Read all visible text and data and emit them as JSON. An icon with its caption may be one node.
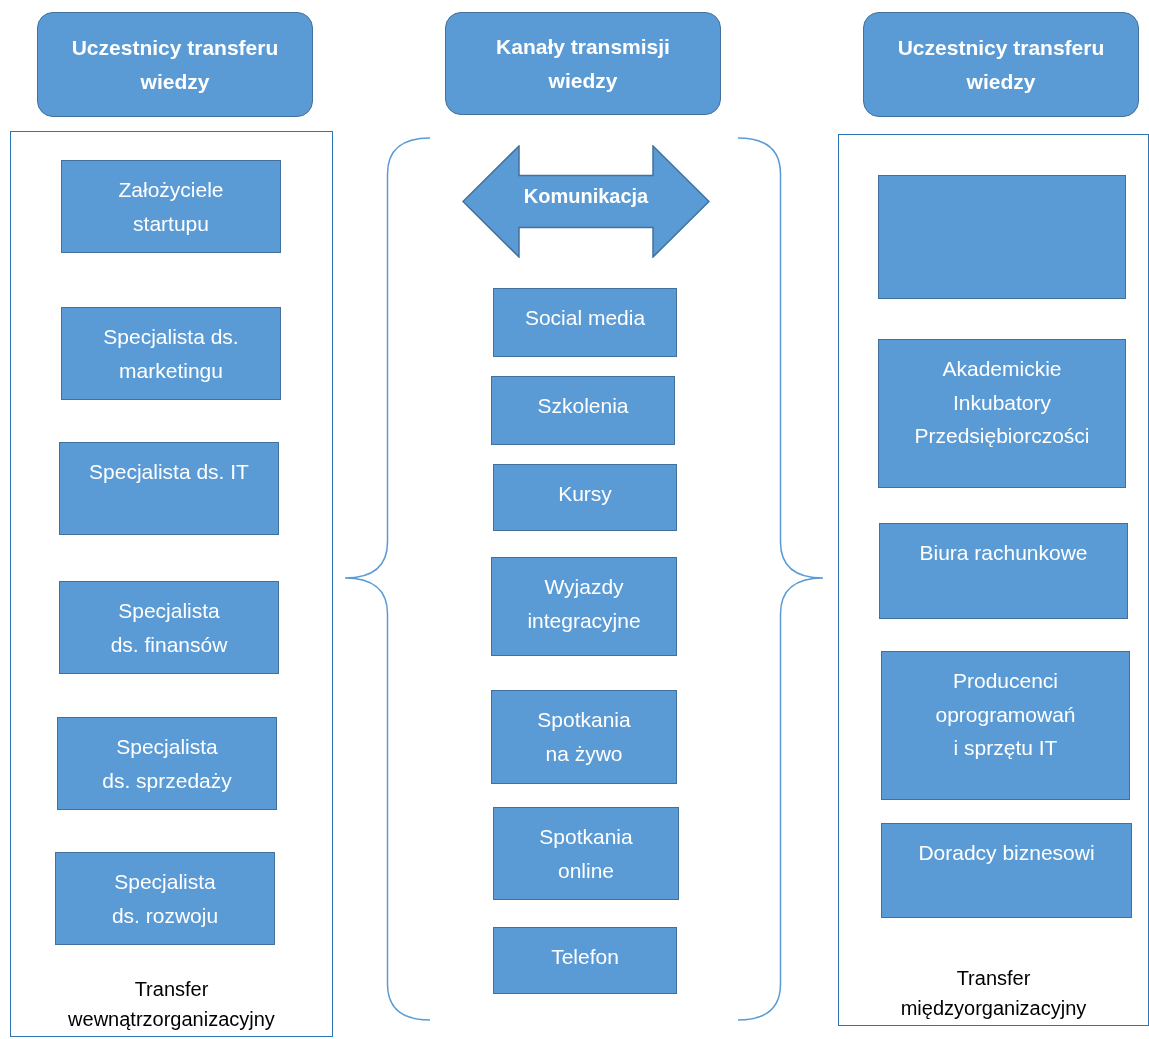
{
  "diagram": {
    "nodes": [
      {
        "text": [
          "Uczestnicy transferu wiedzy"
        ]
      },
      {
        "text": [
          "Kanały transmisji wiedzy"
        ]
      },
      {
        "text": [
          "Uczestnicy transferu wiedzy"
        ]
      },
      {
        "text": [
          "Transfer wewnątrzorganizacyjny"
        ]
      },
      {
        "text": [
          "Założyciele startupu"
        ],
        "in": 3
      },
      {
        "text": [
          "Specjalista ds. marketingu"
        ],
        "in": 3
      },
      {
        "text": [
          "Specjalista ds. IT"
        ],
        "in": 3
      },
      {
        "text": [
          "Specjalista ds. finansów"
        ],
        "in": 3
      },
      {
        "text": [
          "Specjalista ds. sprzedaży"
        ],
        "in": 3
      },
      {
        "text": [
          "Specjalista ds. rozwoju"
        ],
        "in": 3
      },
      {
        "text": [
          "Komunikacja"
        ]
      },
      {
        "text": [
          "Social media"
        ]
      },
      {
        "text": [
          "Szkolenia"
        ]
      },
      {
        "text": [
          "Kursy"
        ]
      },
      {
        "text": [
          "Wyjazdy integracyjne"
        ]
      },
      {
        "text": [
          "Spotkania na żywo"
        ]
      },
      {
        "text": [
          "Spotkania online"
        ]
      },
      {
        "text": [
          "Telefon"
        ]
      },
      {
        "text": [
          "Transfer międzyorganizacyjny"
        ]
      },
      {
        "text": [],
        "shape": "box",
        "in": 18
      },
      {
        "text": [
          "Akademickie Inkubatory Przedsiębiorczości"
        ],
        "in": 18
      },
      {
        "text": [
          "Biura rachunkowe"
        ],
        "in": 18
      },
      {
        "text": [
          "Producenci oprogramowań i sprzętu IT"
        ],
        "in": 18
      },
      {
        "text": [
          "Doradcy biznesowi"
        ],
        "in": 18
      }
    ],
    "edges": []
  }
}
